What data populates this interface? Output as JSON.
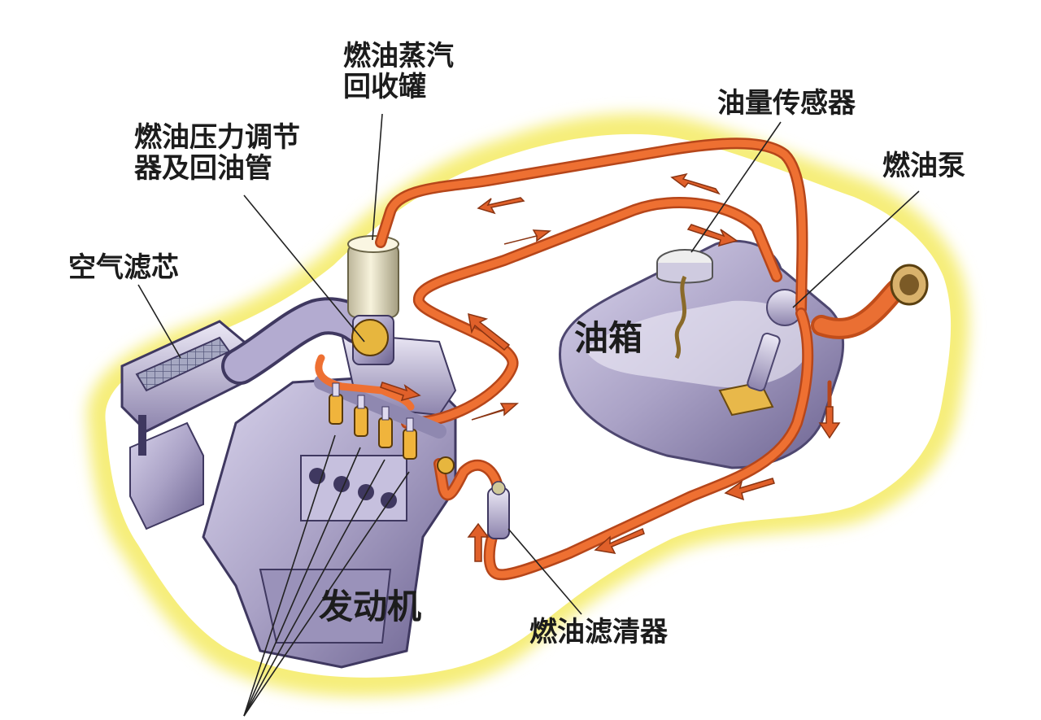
{
  "labels": {
    "vapor_canister": [
      "燃油蒸汽",
      "回收罐"
    ],
    "pressure_regulator": [
      "燃油压力调节",
      "器及回油管"
    ],
    "air_filter": "空气滤芯",
    "fuel_gauge_sensor": "油量传感器",
    "fuel_pump": "燃油泵",
    "fuel_tank": "油箱",
    "engine": "发动机",
    "fuel_filter": "燃油滤清器"
  },
  "colors": {
    "fuel_line": "#e8672a",
    "fuel_line_shade": "#b6461a",
    "car_outline": "#f8f18a",
    "car_outline_inner": "#fbfbe0",
    "component": "#aaa2c6",
    "component_dark": "#5d557e",
    "injector": "#f0b43c",
    "leader_line": "#222222"
  }
}
